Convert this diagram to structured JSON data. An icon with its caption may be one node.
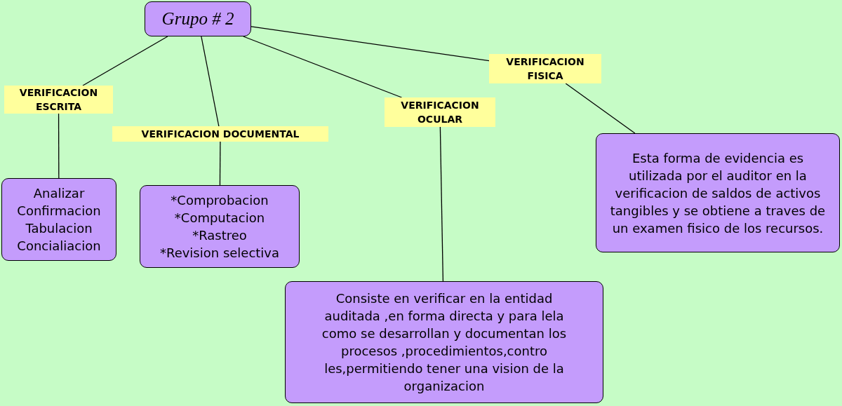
{
  "diagram": {
    "nodes": [
      {
        "text": [
          "Grupo # 2"
        ]
      },
      {
        "text": [
          "VERIFICACION ESCRITA"
        ]
      },
      {
        "text": [
          "VERIFICACION DOCUMENTAL"
        ]
      },
      {
        "text": [
          "VERIFICACION OCULAR"
        ]
      },
      {
        "text": [
          "VERIFICACION FISICA"
        ]
      },
      {
        "text": [
          "Analizar",
          "Confirmacion",
          "Tabulacion",
          "Concialiacion"
        ]
      },
      {
        "text": [
          "*Comprobacion",
          "*Computacion",
          "*Rastreo",
          "*Revision selectiva"
        ]
      },
      {
        "text": [
          "Consiste en verificar en la entidad auditada ,en forma directa y para lela como se desarrollan y documentan los procesos ,procedimientos,contro les,permitiendo tener una vision de la organizacion"
        ]
      },
      {
        "text": [
          "Esta forma de evidencia es utilizada por el auditor en la verificacion de saldos de activos tangibles y se obtiene a traves de un examen fisico de los recursos."
        ]
      }
    ],
    "edges": [
      {
        "from": 0,
        "to": 1,
        "arrow": "none"
      },
      {
        "from": 0,
        "to": 2,
        "arrow": "none"
      },
      {
        "from": 0,
        "to": 3,
        "arrow": "none"
      },
      {
        "from": 0,
        "to": 4,
        "arrow": "none"
      },
      {
        "from": 1,
        "to": 5,
        "arrow": "none"
      },
      {
        "from": 2,
        "to": 6,
        "arrow": "none"
      },
      {
        "from": 3,
        "to": 7,
        "arrow": "none"
      },
      {
        "from": 4,
        "to": 8,
        "arrow": "none"
      }
    ]
  }
}
